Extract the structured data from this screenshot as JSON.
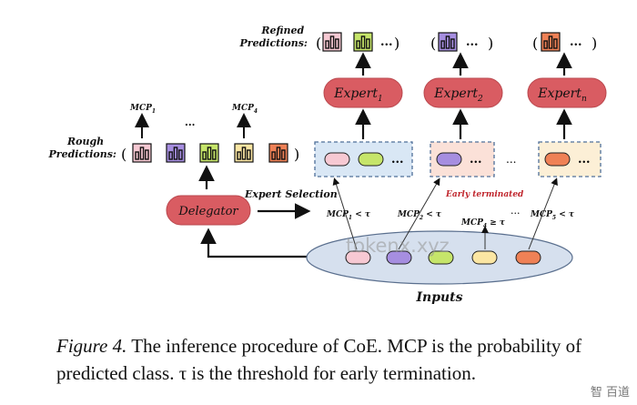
{
  "figure": {
    "refined_predictions_label_line1": "Refined",
    "refined_predictions_label_line2": "Predictions:",
    "rough_predictions_label_line1": "Rough",
    "rough_predictions_label_line2": "Predictions:",
    "expert_1": "Expert",
    "expert_1_sub": "1",
    "expert_2": "Expert",
    "expert_2_sub": "2",
    "expert_n": "Expert",
    "expert_n_sub": "n",
    "delegator": "Delegator",
    "expert_selection": "Expert Selection",
    "early_terminated": "Early terminated",
    "inputs": "Inputs",
    "mcp_1_top": "MCP",
    "mcp_1_top_sub": "1",
    "mcp_4_top": "MCP",
    "mcp_4_top_sub": "4",
    "mcp_1_cond": "MCP",
    "mcp_1_cond_sub": "1",
    "mcp_1_cond_rel": " < τ",
    "mcp_2_cond": "MCP",
    "mcp_2_cond_sub": "2",
    "mcp_2_cond_rel": " < τ",
    "mcp_4_cond": "MCP",
    "mcp_4_cond_sub": "4",
    "mcp_4_cond_rel": " ≥ τ",
    "mcp_5_cond": "MCP",
    "mcp_5_cond_sub": "5",
    "mcp_5_cond_rel": " < τ",
    "ellipsis": "...",
    "ellipsis_mid": "···",
    "open_paren": "(",
    "close_paren": ")"
  },
  "caption": {
    "label": "Figure 4.",
    "text": " The inference procedure of CoE. MCP is the probability of predicted class. τ is the threshold for early termination."
  },
  "watermark": "tokenx.xyz",
  "source_mark": "智 百道",
  "colors": {
    "expert_fill": "#d95c62",
    "pink": "#f7c9d3",
    "purple": "#a68ee0",
    "green": "#c6e56a",
    "yellow": "#fbe6a3",
    "orange": "#ef8156",
    "blue_box": "#d9e7f5",
    "peach_box": "#fbe1d8",
    "cream_box": "#fcefd6",
    "inputs_ellipse": "#d6e0ee"
  }
}
